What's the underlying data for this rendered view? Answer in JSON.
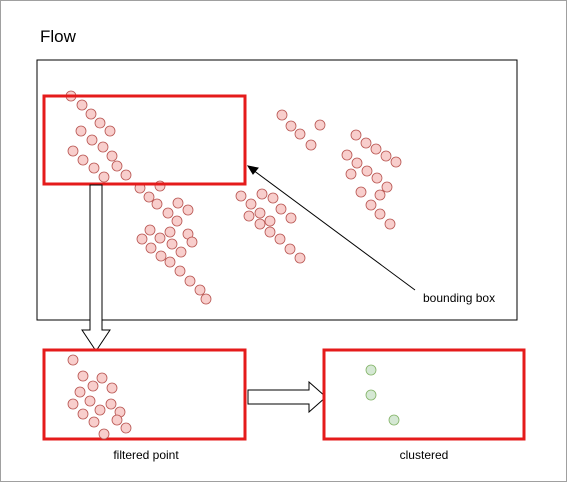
{
  "title": "Flow",
  "labels": {
    "bounding_box": "bounding box",
    "filtered_point": "filtered point",
    "clustered": "clustered"
  },
  "colors": {
    "point_fill": "#f8cecc",
    "point_stroke": "#b85450",
    "cluster_fill": "#d5e8d4",
    "cluster_stroke": "#82b366",
    "box_red": "#e51b1b",
    "frame": "#000000",
    "outer_border": "#a0a0a0"
  }
}
